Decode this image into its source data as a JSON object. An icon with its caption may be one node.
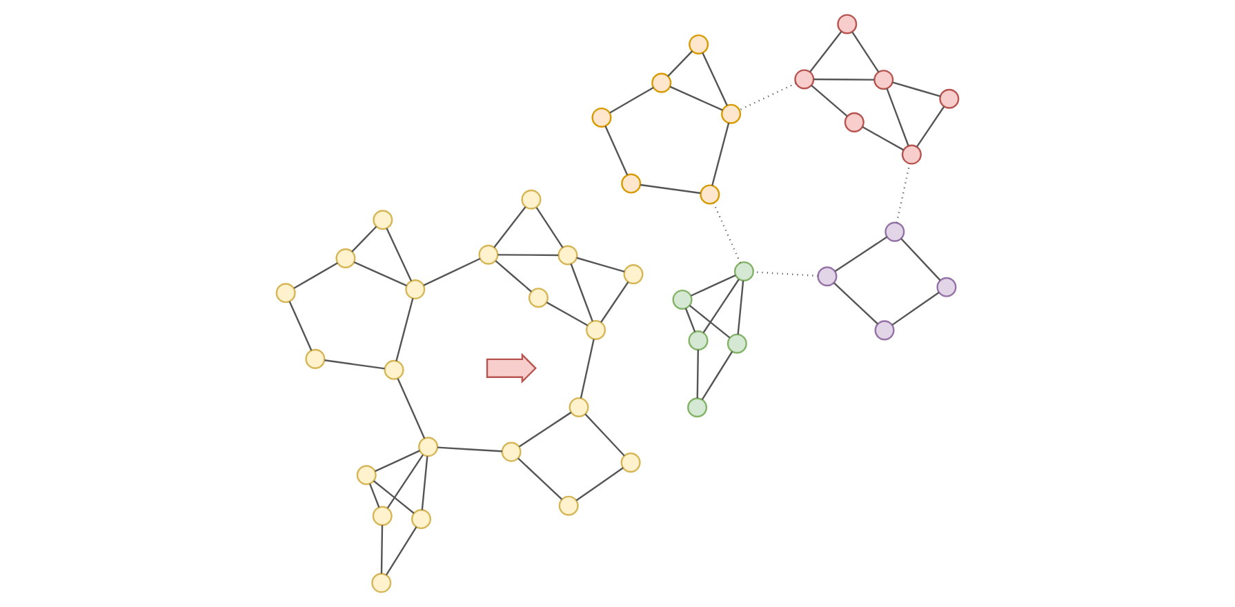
{
  "diagram": {
    "nodes": [
      {
        "text": [],
        "shape": "circle"
      },
      {
        "text": [],
        "shape": "circle"
      },
      {
        "text": [],
        "shape": "circle"
      },
      {
        "text": [],
        "shape": "circle"
      },
      {
        "text": [],
        "shape": "circle"
      },
      {
        "text": [],
        "shape": "circle"
      },
      {
        "text": [],
        "shape": "circle"
      },
      {
        "text": [],
        "shape": "circle"
      },
      {
        "text": [],
        "shape": "circle"
      },
      {
        "text": [],
        "shape": "circle"
      },
      {
        "text": [],
        "shape": "circle"
      },
      {
        "text": [],
        "shape": "circle"
      },
      {
        "text": [],
        "shape": "circle"
      },
      {
        "text": [],
        "shape": "circle"
      },
      {
        "text": [],
        "shape": "circle"
      },
      {
        "text": [],
        "shape": "circle"
      },
      {
        "text": [],
        "shape": "circle"
      },
      {
        "text": [],
        "shape": "circle"
      },
      {
        "text": [],
        "shape": "circle"
      },
      {
        "text": [],
        "shape": "circle"
      },
      {
        "text": [],
        "shape": "circle"
      },
      {
        "text": [],
        "shape": "arrow"
      },
      {
        "text": [],
        "shape": "circle"
      },
      {
        "text": [],
        "shape": "circle"
      },
      {
        "text": [],
        "shape": "circle"
      },
      {
        "text": [],
        "shape": "circle"
      },
      {
        "text": [],
        "shape": "circle"
      },
      {
        "text": [],
        "shape": "circle"
      },
      {
        "text": [],
        "shape": "circle"
      },
      {
        "text": [],
        "shape": "circle"
      },
      {
        "text": [],
        "shape": "circle"
      },
      {
        "text": [],
        "shape": "circle"
      },
      {
        "text": [],
        "shape": "circle"
      },
      {
        "text": [],
        "shape": "circle"
      },
      {
        "text": [],
        "shape": "circle"
      },
      {
        "text": [],
        "shape": "circle"
      },
      {
        "text": [],
        "shape": "circle"
      },
      {
        "text": [],
        "shape": "circle"
      },
      {
        "text": [],
        "shape": "circle"
      },
      {
        "text": [],
        "shape": "circle"
      },
      {
        "text": [],
        "shape": "circle"
      },
      {
        "text": [],
        "shape": "circle"
      },
      {
        "text": [],
        "shape": "circle"
      }
    ],
    "edges": [
      {
        "from": 1,
        "to": 0,
        "arrow": "none"
      },
      {
        "from": 0,
        "to": 2,
        "arrow": "none"
      },
      {
        "from": 1,
        "to": 3,
        "arrow": "none"
      },
      {
        "from": 3,
        "to": 2,
        "arrow": "none"
      },
      {
        "from": 2,
        "to": 8,
        "arrow": "none"
      },
      {
        "from": 4,
        "to": 5,
        "arrow": "none"
      },
      {
        "from": 4,
        "to": 8,
        "arrow": "none"
      },
      {
        "from": 4,
        "to": 6,
        "arrow": "none"
      },
      {
        "from": 5,
        "to": 7,
        "arrow": "none"
      },
      {
        "from": 6,
        "to": 8,
        "arrow": "none"
      },
      {
        "from": 6,
        "to": 7,
        "arrow": "none"
      },
      {
        "from": 8,
        "to": 7,
        "arrow": "none"
      },
      {
        "from": 3,
        "to": 9,
        "arrow": "none"
      },
      {
        "from": 10,
        "to": 9,
        "arrow": "none"
      },
      {
        "from": 10,
        "to": 12,
        "arrow": "none"
      },
      {
        "from": 9,
        "to": 12,
        "arrow": "none"
      },
      {
        "from": 9,
        "to": 11,
        "arrow": "none"
      },
      {
        "from": 11,
        "to": 13,
        "arrow": "none"
      },
      {
        "from": 12,
        "to": 13,
        "arrow": "none"
      },
      {
        "from": 12,
        "to": 14,
        "arrow": "none"
      },
      {
        "from": 14,
        "to": 13,
        "arrow": "none"
      },
      {
        "from": 13,
        "to": 17,
        "arrow": "none"
      },
      {
        "from": 8,
        "to": 15,
        "arrow": "none"
      },
      {
        "from": 15,
        "to": 16,
        "arrow": "none"
      },
      {
        "from": 15,
        "to": 17,
        "arrow": "none"
      },
      {
        "from": 16,
        "to": 18,
        "arrow": "none"
      },
      {
        "from": 17,
        "to": 19,
        "arrow": "none"
      },
      {
        "from": 17,
        "to": 20,
        "arrow": "none"
      },
      {
        "from": 20,
        "to": 19,
        "arrow": "none"
      },
      {
        "from": 19,
        "to": 18,
        "arrow": "none"
      },
      {
        "from": 23,
        "to": 22,
        "arrow": "none"
      },
      {
        "from": 22,
        "to": 24,
        "arrow": "none"
      },
      {
        "from": 23,
        "to": 25,
        "arrow": "none"
      },
      {
        "from": 25,
        "to": 24,
        "arrow": "none"
      },
      {
        "from": 24,
        "to": 30,
        "arrow": "none",
        "style": "dashed"
      },
      {
        "from": 26,
        "to": 27,
        "arrow": "none"
      },
      {
        "from": 26,
        "to": 30,
        "arrow": "none"
      },
      {
        "from": 26,
        "to": 28,
        "arrow": "none"
      },
      {
        "from": 27,
        "to": 29,
        "arrow": "none"
      },
      {
        "from": 28,
        "to": 30,
        "arrow": "none"
      },
      {
        "from": 28,
        "to": 29,
        "arrow": "none"
      },
      {
        "from": 30,
        "to": 29,
        "arrow": "none"
      },
      {
        "from": 25,
        "to": 31,
        "arrow": "none",
        "style": "dashed"
      },
      {
        "from": 32,
        "to": 31,
        "arrow": "none"
      },
      {
        "from": 32,
        "to": 34,
        "arrow": "none"
      },
      {
        "from": 31,
        "to": 34,
        "arrow": "none"
      },
      {
        "from": 31,
        "to": 33,
        "arrow": "none"
      },
      {
        "from": 33,
        "to": 35,
        "arrow": "none"
      },
      {
        "from": 34,
        "to": 35,
        "arrow": "none"
      },
      {
        "from": 34,
        "to": 36,
        "arrow": "none"
      },
      {
        "from": 36,
        "to": 35,
        "arrow": "none"
      },
      {
        "from": 35,
        "to": 39,
        "arrow": "none",
        "style": "dashed"
      },
      {
        "from": 30,
        "to": 37,
        "arrow": "none",
        "style": "dashed"
      },
      {
        "from": 37,
        "to": 38,
        "arrow": "none"
      },
      {
        "from": 37,
        "to": 39,
        "arrow": "none"
      },
      {
        "from": 38,
        "to": 40,
        "arrow": "none"
      },
      {
        "from": 39,
        "to": 41,
        "arrow": "none"
      },
      {
        "from": 39,
        "to": 42,
        "arrow": "none"
      },
      {
        "from": 42,
        "to": 41,
        "arrow": "none"
      },
      {
        "from": 41,
        "to": 40,
        "arrow": "none"
      }
    ]
  }
}
